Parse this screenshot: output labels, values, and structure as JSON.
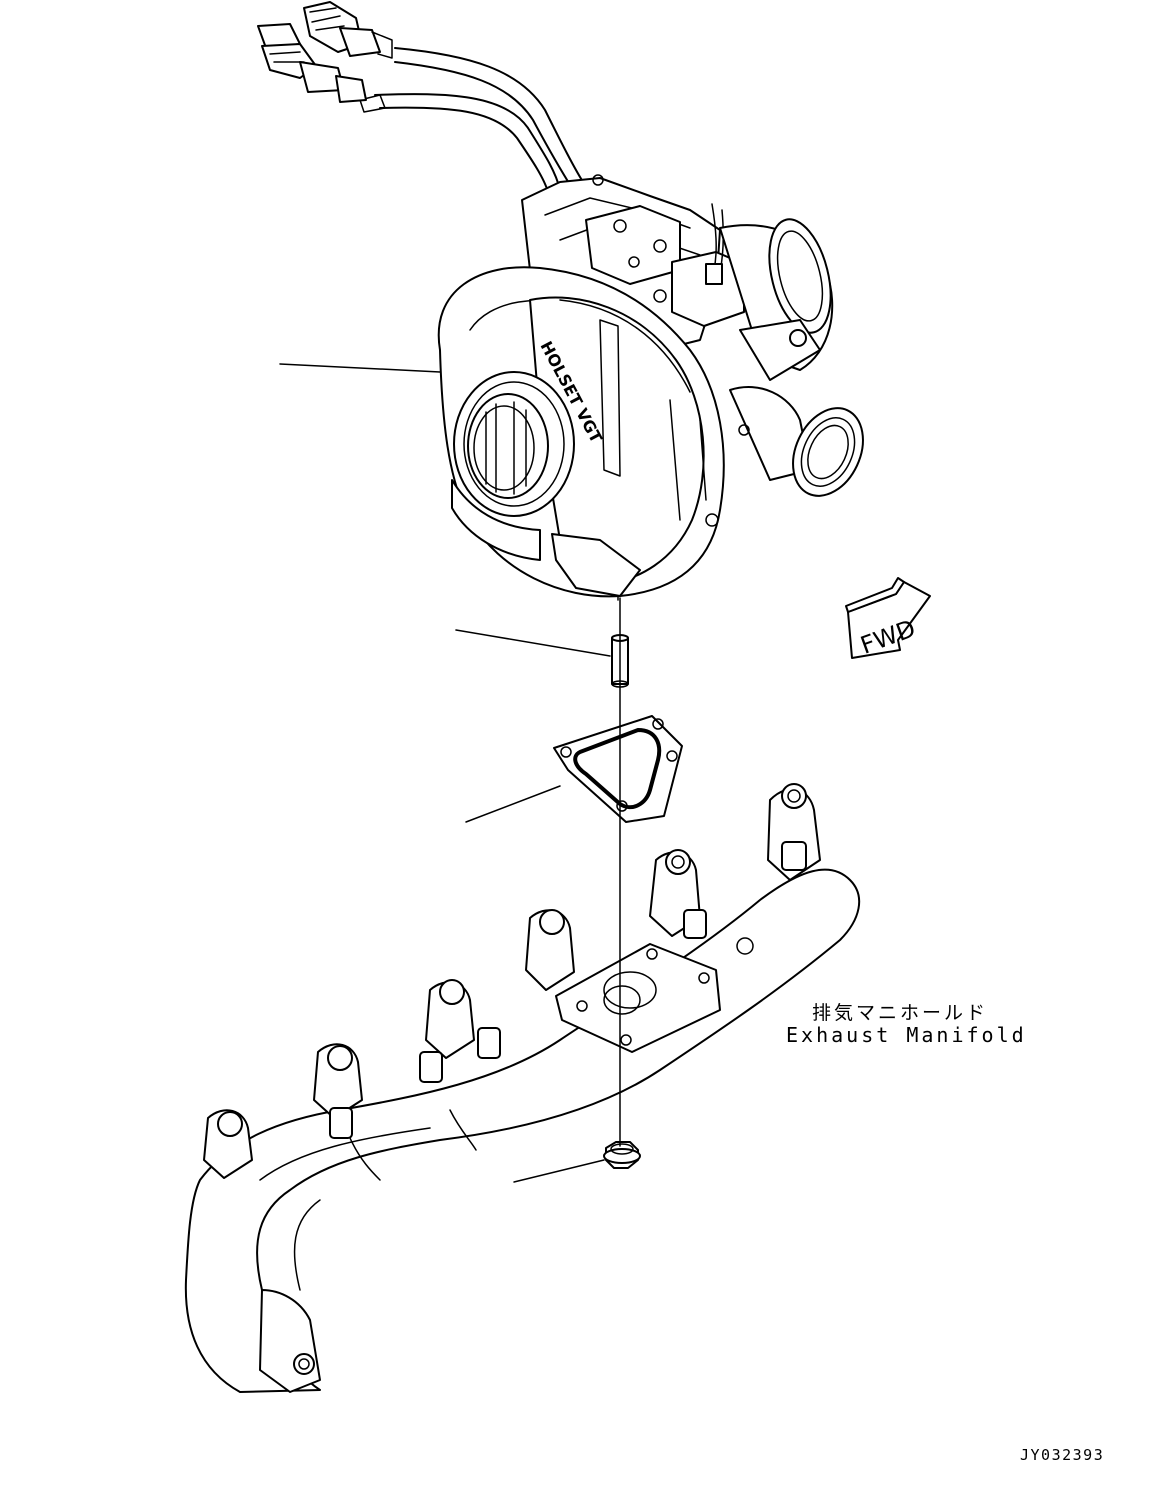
{
  "callouts": {
    "manifold_name_jp": "排気マニホールド",
    "manifold_name_en": "Exhaust Manifold"
  },
  "direction_indicator": {
    "label": "FWD"
  },
  "turbocharger": {
    "brand_marking": "HOLSET VGT"
  },
  "drawing_number": "JY032393"
}
